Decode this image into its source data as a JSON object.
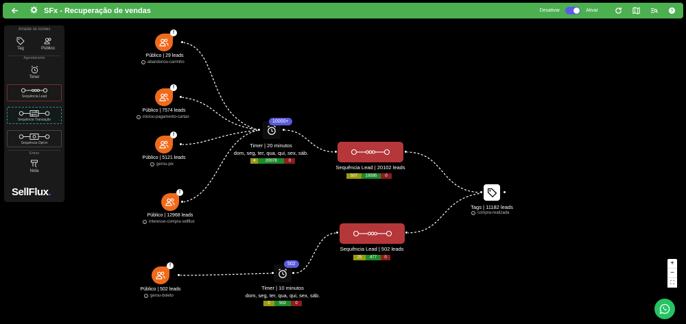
{
  "header": {
    "title": "SFx - Recuperação de vendas",
    "deactivate_label": "Desativar",
    "activate_label": "Ativar"
  },
  "sidebar": {
    "heading": "Arraste os ícones",
    "items": [
      {
        "label": "Tag"
      },
      {
        "label": "Público"
      }
    ],
    "section_scheduling": "Agendamento",
    "timer_label": "Timer",
    "seq_lead_label": "Sequência Lead",
    "seq_trans_label": "Sequência Transação",
    "seq_optin_label": "Sequência Opt-in",
    "section_extras": "Extras",
    "note_label": "Nota",
    "logo": "SellFlux"
  },
  "flow": {
    "publicos": [
      {
        "title": "Público | 29 leads",
        "tag": "abandonou-carrinho",
        "badge": "!"
      },
      {
        "title": "Público | 7574 leads",
        "tag": "iniciou-pagamento-cartao",
        "badge": "!"
      },
      {
        "title": "Público | 5121 leads",
        "tag": "gerou-pix",
        "badge": "!"
      },
      {
        "title": "Público | 12968 leads",
        "tag": "interesse-compra-sellflux",
        "badge": "!"
      },
      {
        "title": "Público | 502 leads",
        "tag": "gerou-boleto",
        "badge": "!"
      }
    ],
    "timers": [
      {
        "count": "10000+",
        "title": "Timer | 20 minutos",
        "days": "dom, seg, ter, qua, qui, sex, sáb.",
        "stats": [
          "4",
          "20078",
          "0"
        ]
      },
      {
        "count": "502",
        "title": "Timer | 10 minutos",
        "days": "dom, seg, ter, qua, qui, sex, sáb.",
        "stats": [
          "0",
          "502",
          "0"
        ]
      }
    ],
    "sequences": [
      {
        "title": "Sequência Lead | 20102 leads",
        "stats": [
          "507",
          "19595",
          "0"
        ]
      },
      {
        "title": "Sequência Lead | 502 leads",
        "stats": [
          "25",
          "477",
          "0"
        ]
      }
    ],
    "tags": {
      "title": "Tags | 11182 leads",
      "tag": "compra-realizada"
    }
  },
  "zoom": {
    "in": "+",
    "out": "−",
    "fit": "⛶"
  },
  "colors": {
    "header": "#4caf50",
    "publico": "#f06a1c",
    "sequence": "#b5373a",
    "badge": "#5b5bdc",
    "whatsapp": "#25c364"
  }
}
